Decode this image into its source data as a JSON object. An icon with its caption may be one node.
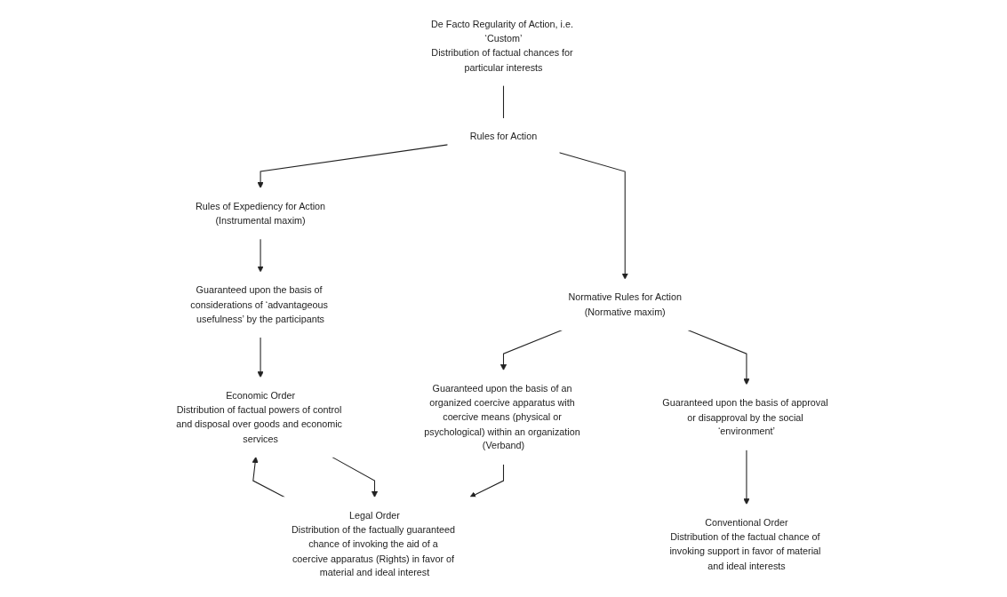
{
  "diagram": {
    "nodes": [
      {
        "text": [
          "De Facto Regularity of Action, i.e. ‘Custom’",
          "Distribution of factual chances for particular interests"
        ]
      },
      {
        "text": [
          "Rules for Action"
        ]
      },
      {
        "text": [
          "Rules of Expediency for Action",
          "(Instrumental maxim)"
        ]
      },
      {
        "text": [
          "Normative Rules for Action",
          "(Normative maxim)"
        ]
      },
      {
        "text": [
          "Guaranteed upon the basis of considerations of ‘advantageous usefulness’ by the participants"
        ]
      },
      {
        "text": [
          "Guaranteed upon the basis of approval or disapproval by the social ‘environment’"
        ]
      },
      {
        "text": [
          "Guaranteed upon the basis of an organized coercive apparatus with coercive means (physical or psychological) within an organization (Verband)"
        ]
      },
      {
        "text": [
          "Economic Order",
          "Distribution of factual powers of control and disposal over goods and economic services"
        ]
      },
      {
        "text": [
          "Conventional Order",
          "Distribution of the factual chance of invoking support in favor of material and ideal interests"
        ]
      },
      {
        "text": [
          "Legal Order",
          "Distribution of the factually guaranteed chance of invoking the aid of a coercive apparatus (Rights) in favor of material and ideal interest"
        ]
      }
    ],
    "edges": [
      {
        "from": 0,
        "to": 1,
        "arrow": "none"
      },
      {
        "from": 1,
        "to": 2,
        "arrow": "to"
      },
      {
        "from": 1,
        "to": 3,
        "arrow": "to"
      },
      {
        "from": 2,
        "to": 4,
        "arrow": "to"
      },
      {
        "from": 3,
        "to": 5,
        "arrow": "to"
      },
      {
        "from": 3,
        "to": 6,
        "arrow": "to"
      },
      {
        "from": 4,
        "to": 7,
        "arrow": "to"
      },
      {
        "from": 5,
        "to": 8,
        "arrow": "to"
      },
      {
        "from": 6,
        "to": 9,
        "arrow": "to"
      },
      {
        "from": 7,
        "to": 9,
        "arrow": "to"
      },
      {
        "from": 9,
        "to": 7,
        "arrow": "to"
      }
    ]
  }
}
